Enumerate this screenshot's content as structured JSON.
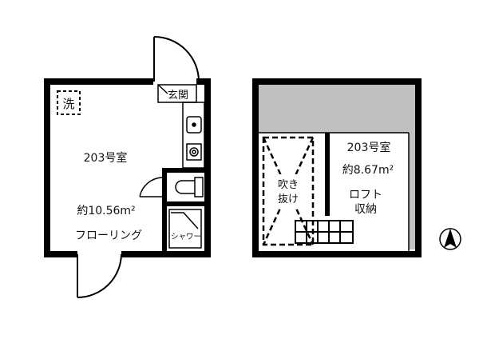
{
  "plan_1f": {
    "room_number": "203号室",
    "area": "約10.56m²",
    "floor_type": "フローリング",
    "washer": "洗",
    "entrance": "玄関",
    "shower": "シャワー"
  },
  "plan_loft": {
    "room_number": "203号室",
    "area": "約8.67m²",
    "loft_label_1": "ロフト",
    "loft_label_2": "収納",
    "void_label_1": "吹き",
    "void_label_2": "抜け"
  },
  "colors": {
    "wall": "#000000",
    "loft_gray": "#c0c0c0",
    "background": "#ffffff"
  },
  "icons": [
    "compass-north-icon",
    "stove-icon",
    "sink-icon",
    "toilet-icon",
    "shower-icon",
    "door-swing-icon",
    "ladder-icon"
  ]
}
